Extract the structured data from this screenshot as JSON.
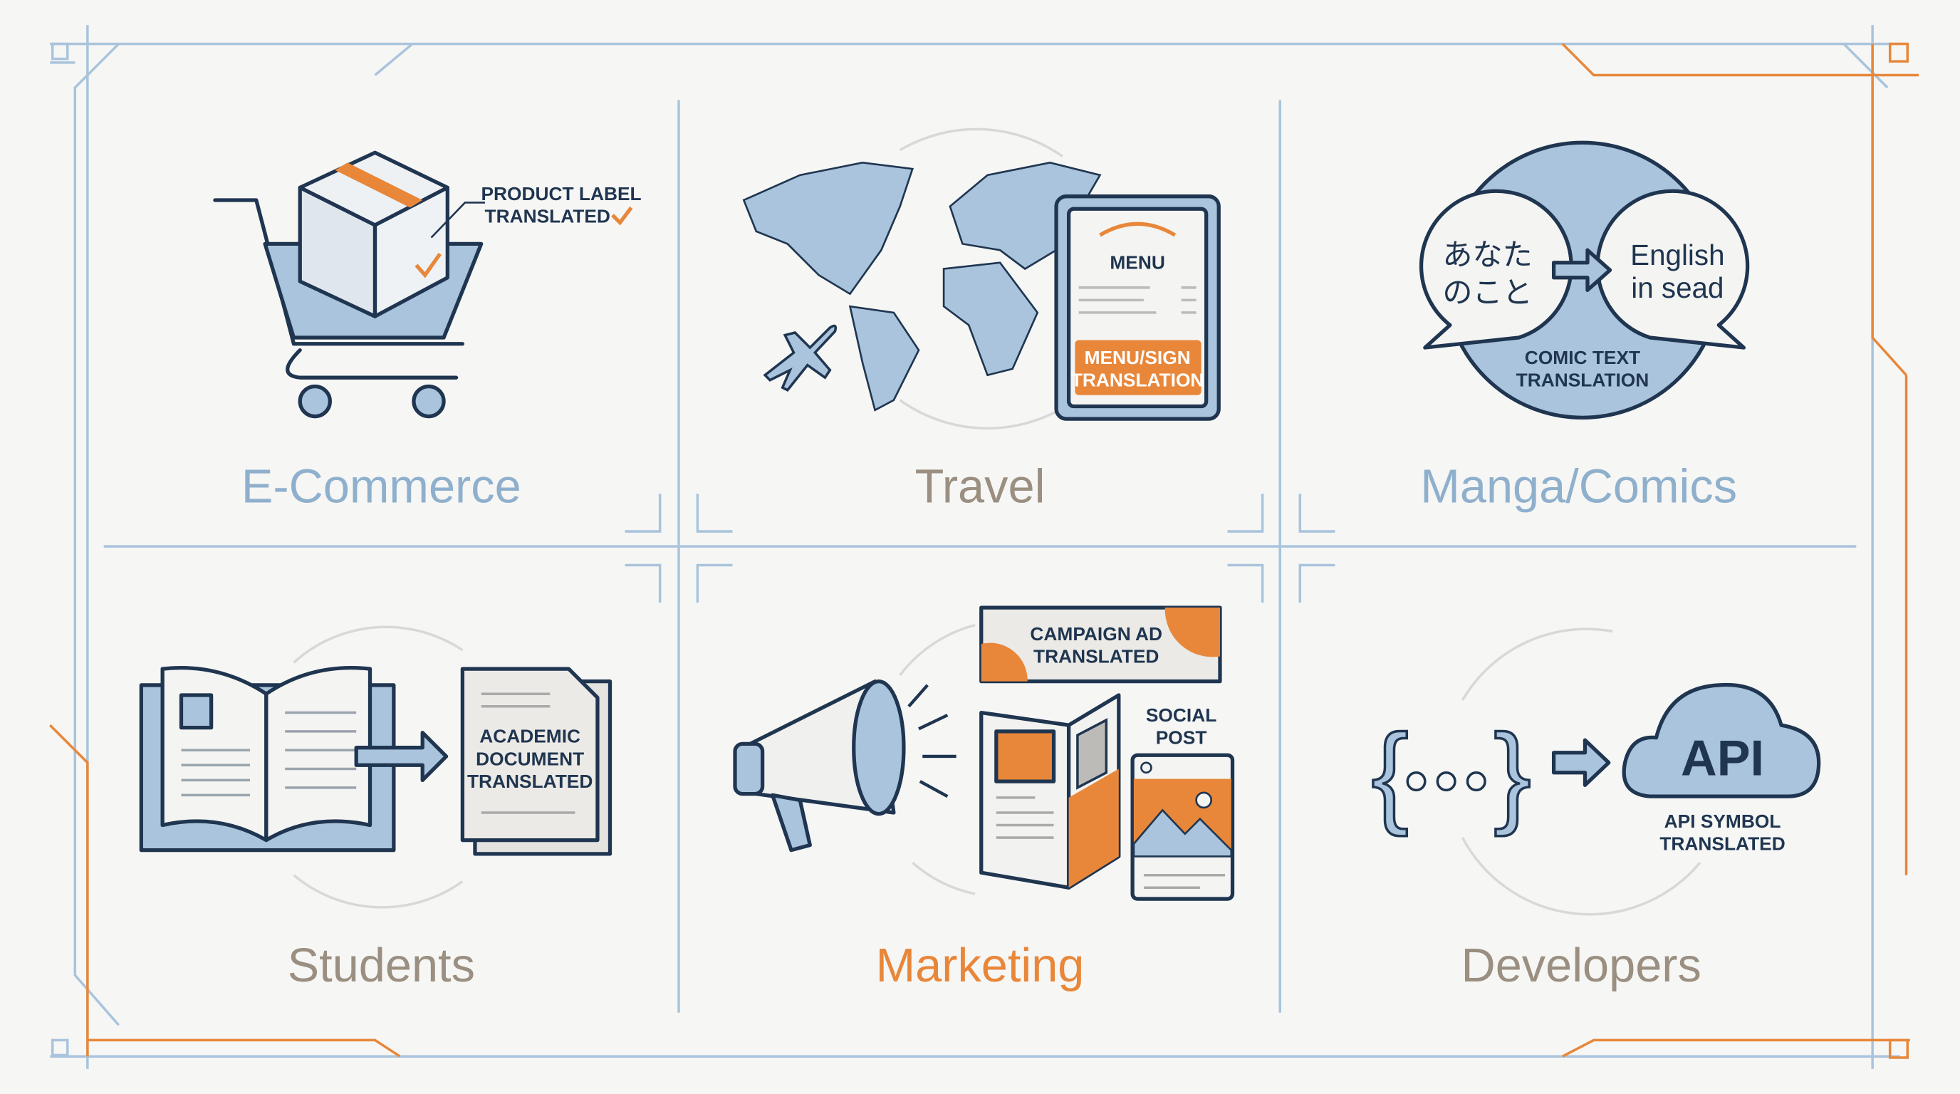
{
  "colors": {
    "blue": "#a9c4dc",
    "ink": "#1f3550",
    "orange": "#e8873a",
    "muted": "#9a8f80",
    "label_blue": "#8fb0cc"
  },
  "panels": [
    {
      "title": "E-Commerce",
      "callout": [
        "PRODUCT LABEL",
        "TRANSLATED"
      ],
      "icons": [
        "shopping-cart-icon",
        "package-box-icon",
        "checkmark-icon"
      ]
    },
    {
      "title": "Travel",
      "menu_title": "MENU",
      "badge": [
        "MENU/SIGN",
        "TRANSLATION"
      ],
      "icons": [
        "world-map-icon",
        "airplane-icon",
        "menu-card-icon"
      ]
    },
    {
      "title": "Manga/Comics",
      "source_text": [
        "あなた",
        "のこと"
      ],
      "target_text": [
        "English",
        "in sead"
      ],
      "caption": [
        "COMIC TEXT",
        "TRANSLATION"
      ],
      "icons": [
        "speech-bubble-icon",
        "arrow-right-icon"
      ]
    },
    {
      "title": "Students",
      "document": [
        "ACADEMIC",
        "DOCUMENT",
        "TRANSLATED"
      ],
      "icons": [
        "open-book-icon",
        "arrow-right-icon",
        "document-icon"
      ]
    },
    {
      "title": "Marketing",
      "banner": [
        "CAMPAIGN AD",
        "TRANSLATED"
      ],
      "social": [
        "SOCIAL",
        "POST"
      ],
      "icons": [
        "megaphone-icon",
        "brochure-icon",
        "social-post-icon"
      ]
    },
    {
      "title": "Developers",
      "cloud_text": "API",
      "caption": [
        "API SYMBOL",
        "TRANSLATED"
      ],
      "icons": [
        "code-braces-icon",
        "arrow-right-icon",
        "cloud-icon"
      ]
    }
  ]
}
